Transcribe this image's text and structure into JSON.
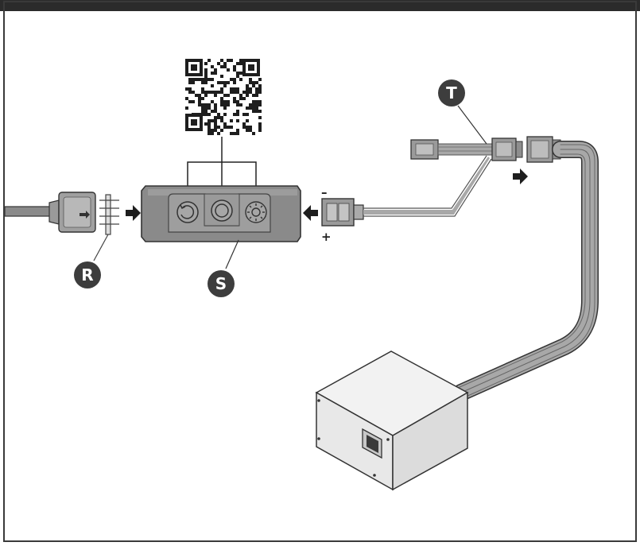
{
  "callouts": {
    "r": "R",
    "s": "S",
    "t": "T"
  },
  "polarity": {
    "minus": "–",
    "plus": "+"
  },
  "colors": {
    "frame": "#3a3a3a",
    "dark": "#2b2b2b",
    "body_gray": "#8a8a8a",
    "cable_gray": "#9a9a9a",
    "outline": "#333333"
  },
  "icons": [
    "qr-code-icon",
    "cycle-mode-icon",
    "power-icon",
    "brightness-icon",
    "arrow-right-icon",
    "arrow-left-icon"
  ]
}
